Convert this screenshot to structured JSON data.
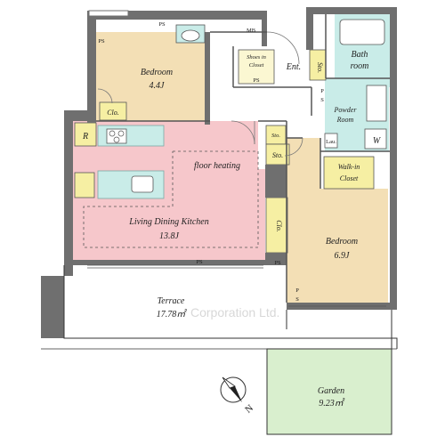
{
  "rooms": {
    "bedroom_small": {
      "name": "Bedroom",
      "size": "4.4J"
    },
    "bedroom_large": {
      "name": "Bedroom",
      "size": "6.9J"
    },
    "ldk": {
      "name": "Living Dining Kitchen",
      "size": "13.8J"
    },
    "floor_heating": "floor heating",
    "terrace": {
      "name": "Terrace",
      "size": "17.78㎡"
    },
    "garden": {
      "name": "Garden",
      "size": "9.23㎡"
    },
    "bath": {
      "line1": "Bath",
      "line2": "room"
    },
    "powder": {
      "line1": "Powder",
      "line2": "Room"
    },
    "walkin": {
      "line1": "Walk-in",
      "line2": "Closet"
    },
    "shoes": {
      "line1": "Shoes in",
      "line2": "Closet"
    }
  },
  "labels": {
    "ent": "Ent.",
    "mb": "MB",
    "ps": "PS",
    "clo": "Clo.",
    "sto": "Sto.",
    "r": "R",
    "w": "W",
    "lau": "Lau.",
    "p": "P",
    "s": "S"
  },
  "compass": "N",
  "watermark": "Corporation Ltd.",
  "colors": {
    "wall": "#6f6f6f",
    "bedroom": "#f3dfb5",
    "ldk": "#f6c7cb",
    "wet": "#c9ece8",
    "storage": "#f6efa3",
    "garden": "#d9efce",
    "terrace": "#ffffff"
  }
}
